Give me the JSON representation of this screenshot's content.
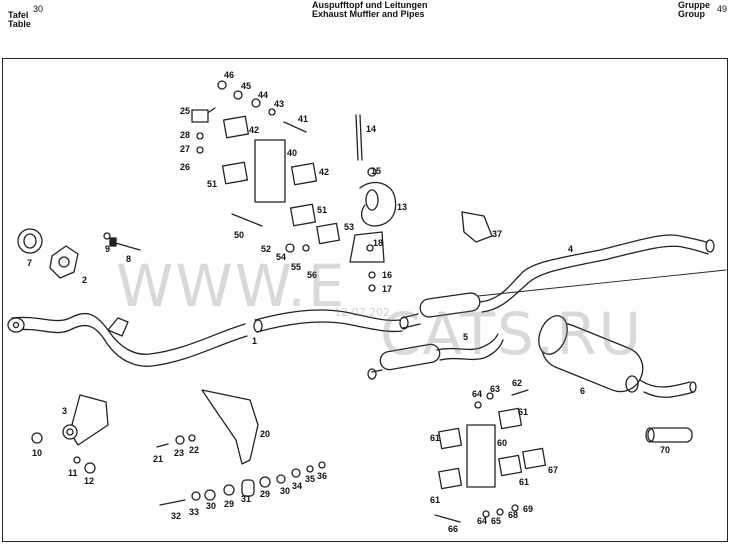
{
  "header": {
    "table_label_de": "Tafel",
    "table_label_en": "Table",
    "table_number": "30",
    "title_de": "Auspufftopf und Leitungen",
    "title_en": "Exhaust Muffler and Pipes",
    "group_label_de": "Gruppe",
    "group_label_en": "Group",
    "group_number": "49"
  },
  "watermark": {
    "text_left": "WWW.E",
    "text_right": "CATS.RU",
    "date": "12.07.202"
  },
  "part_numbers": [
    "1",
    "2",
    "3",
    "4",
    "5",
    "6",
    "7",
    "8",
    "9",
    "10",
    "11",
    "12",
    "13",
    "14",
    "15",
    "16",
    "17",
    "18",
    "20",
    "21",
    "22",
    "23",
    "25",
    "26",
    "27",
    "28",
    "29",
    "30",
    "31",
    "32",
    "33",
    "34",
    "35",
    "36",
    "37",
    "40",
    "41",
    "42",
    "43",
    "44",
    "45",
    "46",
    "50",
    "51",
    "52",
    "53",
    "54",
    "55",
    "56",
    "60",
    "61",
    "62",
    "63",
    "64",
    "65",
    "66",
    "67",
    "68",
    "69",
    "70"
  ]
}
